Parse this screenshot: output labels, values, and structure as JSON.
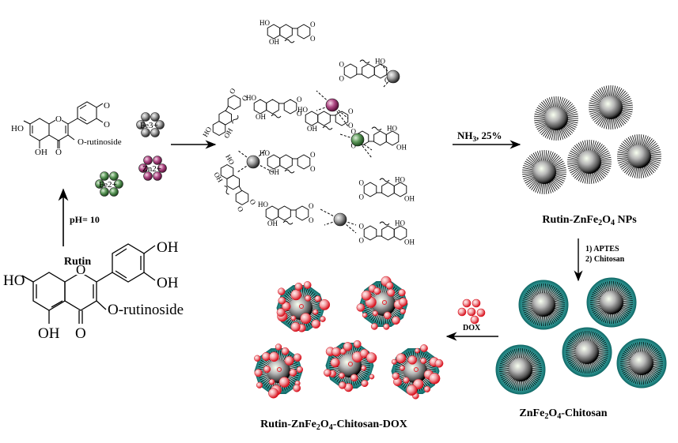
{
  "title": "Synthesis scheme of Rutin-ZnFe2O4-Chitosan-DOX nanoparticles",
  "rutin": {
    "label": "Rutin",
    "substituents": [
      "HO",
      "OH",
      "OH",
      "OH",
      "O",
      "O",
      "O-rutinoside"
    ]
  },
  "deprotonated_rutin": {
    "substituents": [
      "HO",
      "OH",
      "O",
      "O",
      "O",
      "O",
      "O-rutinoside"
    ]
  },
  "ions": [
    {
      "label": "Fe3+",
      "color": "#9a9a9a"
    },
    {
      "label": "Zn2+",
      "color": "#9b2a6b"
    },
    {
      "label": "Fe2+",
      "color": "#3f7a3f"
    }
  ],
  "steps": [
    {
      "id": "ph",
      "label": "pH= 10",
      "direction": "up"
    },
    {
      "id": "complexation",
      "label": "",
      "direction": "right"
    },
    {
      "id": "ammonia",
      "label": "NH3, 25%",
      "direction": "right"
    },
    {
      "id": "coating",
      "label_lines": [
        "1) APTES",
        "2) Chitosan"
      ],
      "direction": "down"
    },
    {
      "id": "dox",
      "label": "DOX",
      "direction": "left"
    }
  ],
  "products": [
    {
      "id": "np",
      "label": "Rutin-ZnFe2O4 NPs",
      "count": 5
    },
    {
      "id": "chitosan",
      "label": "ZnFe2O4-Chitosan",
      "count": 5
    },
    {
      "id": "dox",
      "label": "Rutin-ZnFe2O4-Chitosan-DOX",
      "count": 5
    }
  ],
  "complex": {
    "atoms": [
      "HO",
      "OH",
      "O",
      "HO",
      "OH"
    ],
    "metal_centers": [
      {
        "type": "Fe3+",
        "color": "#8c8c8c"
      },
      {
        "type": "Zn2+",
        "color": "#9b2a6b"
      },
      {
        "type": "Fe2+",
        "color": "#3f7a3f"
      },
      {
        "type": "Fe3+",
        "color": "#8c8c8c"
      },
      {
        "type": "Fe3+",
        "color": "#8c8c8c"
      }
    ]
  },
  "colors": {
    "shell": "#1f8c8c",
    "dox": "#e8202a",
    "core": "#c9c9c9"
  }
}
